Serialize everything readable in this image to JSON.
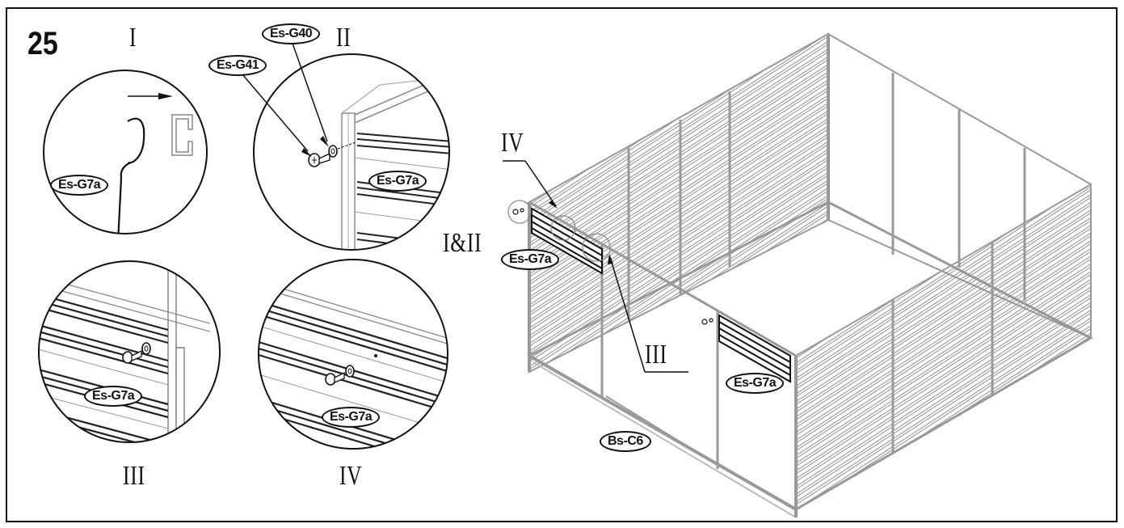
{
  "step_number": "25",
  "detail_labels": {
    "I": "I",
    "II": "II",
    "III": "III",
    "IV": "IV",
    "main_IV": "IV",
    "main_I_II": "I&II",
    "main_III": "III"
  },
  "part_tags": {
    "es_g41": "Es-G41",
    "es_g40": "Es-G40",
    "es_g7a": "Es-G7a",
    "bs_c6": "Bs-C6"
  }
}
